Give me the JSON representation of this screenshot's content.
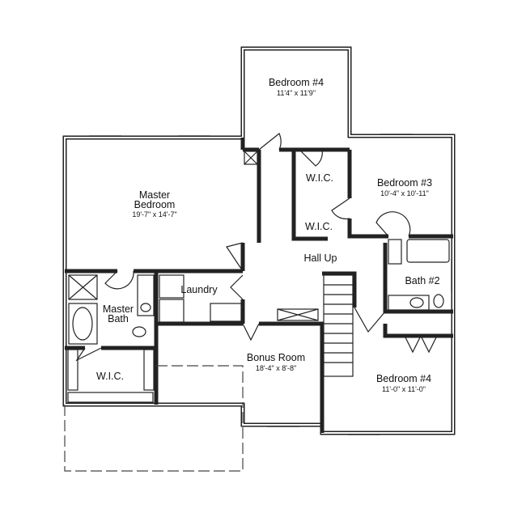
{
  "rooms": {
    "bedroom4_top": {
      "name": "Bedroom #4",
      "dims": "11'4\" x 11'9\""
    },
    "master_bedroom": {
      "name_line1": "Master",
      "name_line2": "Bedroom",
      "dims": "19'-7\" x 14'-7\""
    },
    "wic_upper": {
      "name": "W.I.C."
    },
    "wic_lower": {
      "name": "W.I.C."
    },
    "bedroom3": {
      "name": "Bedroom #3",
      "dims": "10'-4\" x 10'-11\""
    },
    "hall": {
      "name": "Hall Up"
    },
    "laundry": {
      "name": "Laundry"
    },
    "bath2": {
      "name": "Bath #2"
    },
    "master_bath": {
      "name_line1": "Master",
      "name_line2": "Bath"
    },
    "master_wic": {
      "name": "W.I.C."
    },
    "bonus_room": {
      "name": "Bonus Room",
      "dims": "18'-4\" x 8'-8\""
    },
    "bedroom4_bottom": {
      "name": "Bedroom #4",
      "dims": "11'-0\" x 11'-0\""
    }
  }
}
